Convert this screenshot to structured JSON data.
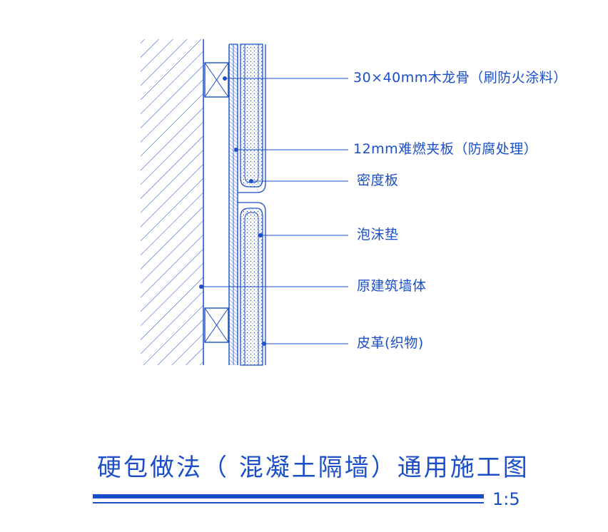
{
  "colors": {
    "line": "#1a4fc9",
    "background": "#ffffff"
  },
  "labels": {
    "keel": "30×40mm木龙骨（刷防火涂料）",
    "board": "12mm难燃夹板（防腐处理）",
    "density_board": "密度板",
    "foam": "泡沫垫",
    "wall": "原建筑墙体",
    "leather": "皮革(织物)"
  },
  "title": "硬包做法（ 混凝土隔墙）通用施工图",
  "scale": "1:5"
}
